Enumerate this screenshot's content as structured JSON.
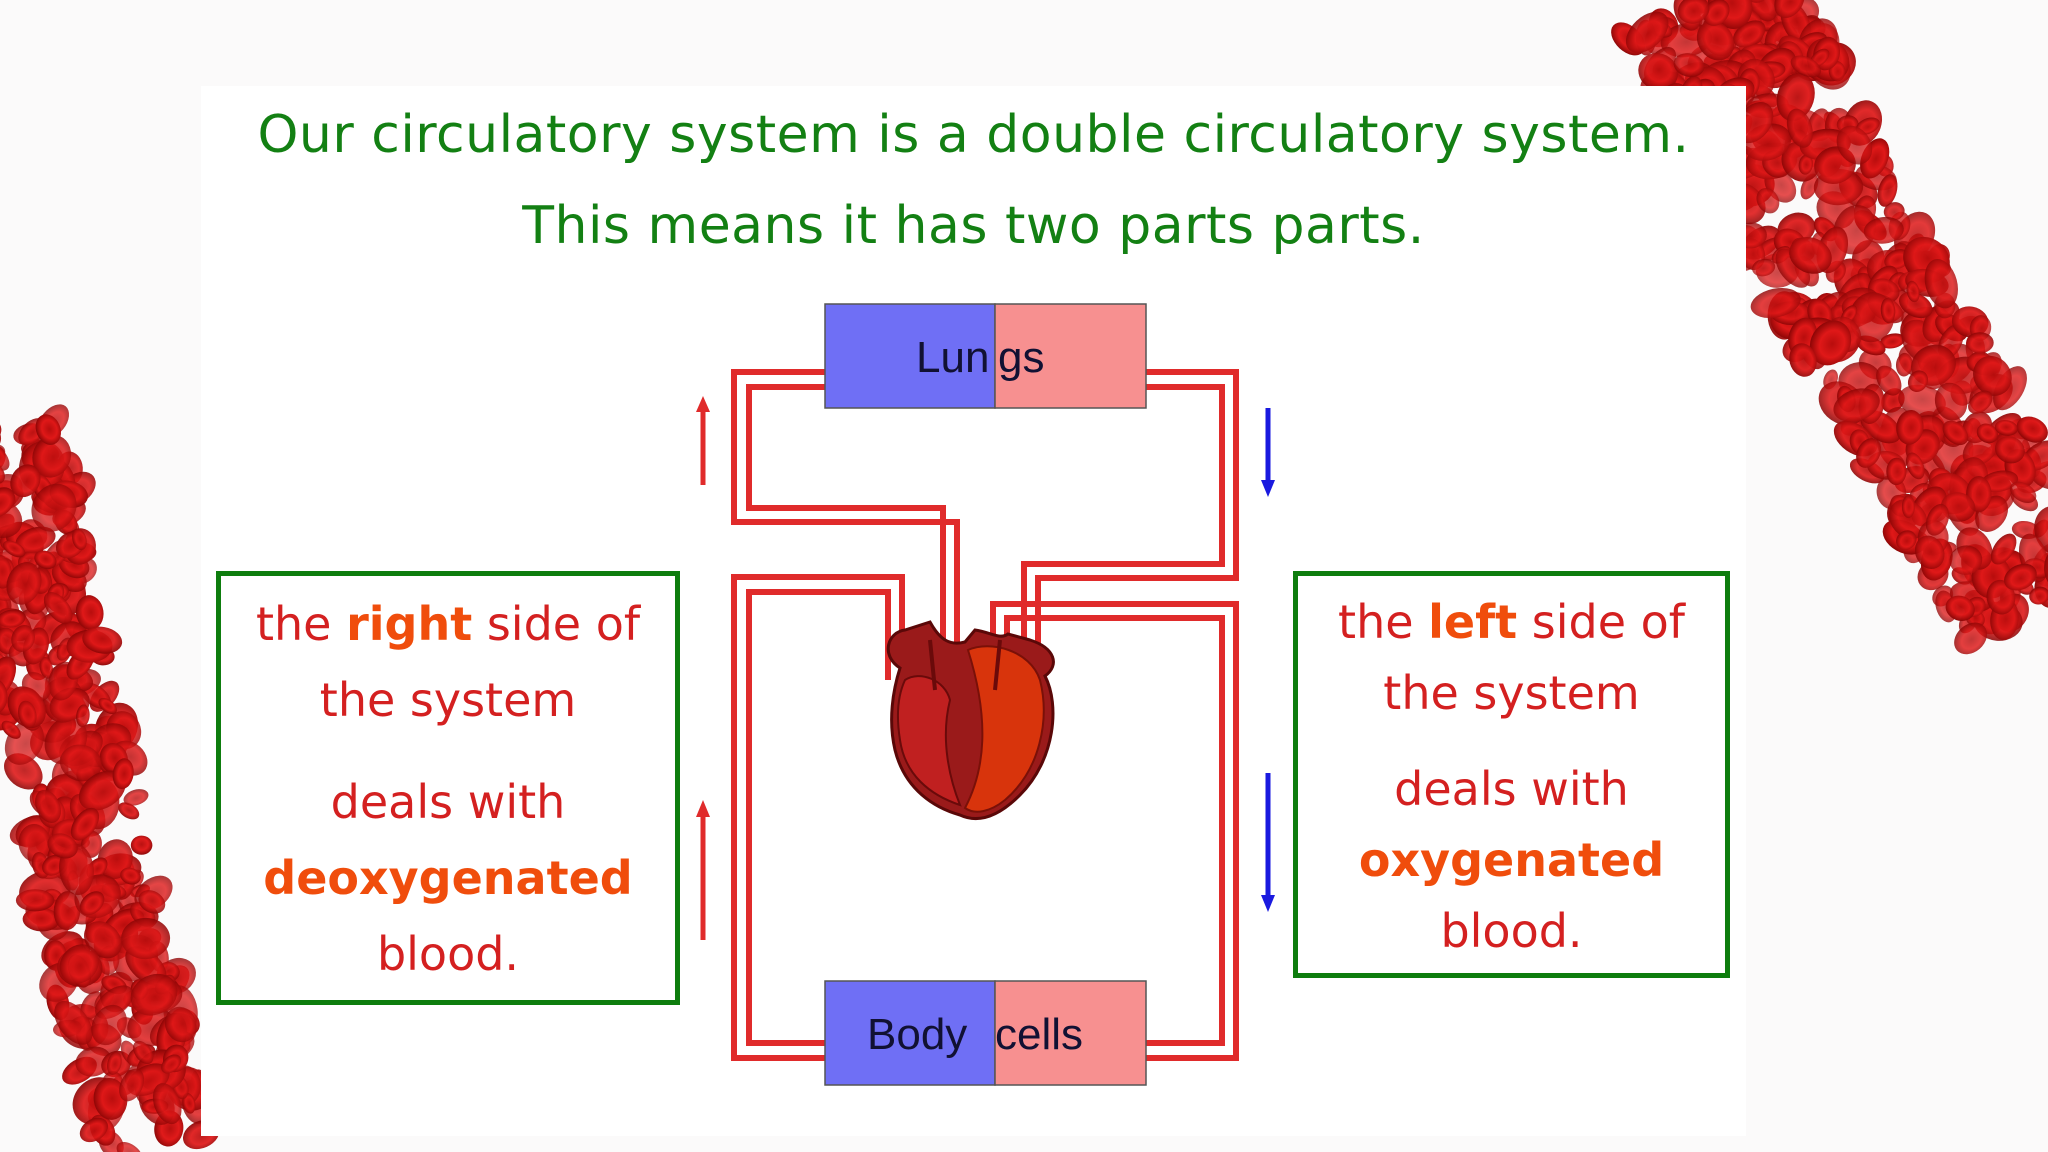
{
  "title": {
    "line1": "Our circulatory system is a double circulatory system.",
    "line2": "This means it has two parts parts."
  },
  "lungs": {
    "label_a": "Lun",
    "label_b": "gs"
  },
  "body_cells": {
    "label_a": "Body",
    "label_b": "cells"
  },
  "right_box": {
    "prefix": "the ",
    "highlight": "right",
    "suffix": " side of",
    "line2": "the system",
    "line3": "deals with",
    "emphasis": "deoxygenated",
    "line5": "blood."
  },
  "left_box": {
    "prefix": "the ",
    "highlight": "left",
    "suffix": " side of",
    "line2": "the system",
    "line3": "deals with",
    "emphasis": "oxygenated",
    "line5": "blood."
  },
  "colors": {
    "title_green": "#138013",
    "box_border": "#0e7d0e",
    "vessel_red": "#e02b2b",
    "deoxy_blue": "#6f6ff5",
    "oxy_pink": "#f79090",
    "arrow_blue": "#1a1adf",
    "arrow_red": "#e02b2b",
    "highlight_orange": "#f04d0c"
  },
  "icons": {
    "heart": "heart-icon",
    "blood_cells": "blood-cells-decoration"
  }
}
